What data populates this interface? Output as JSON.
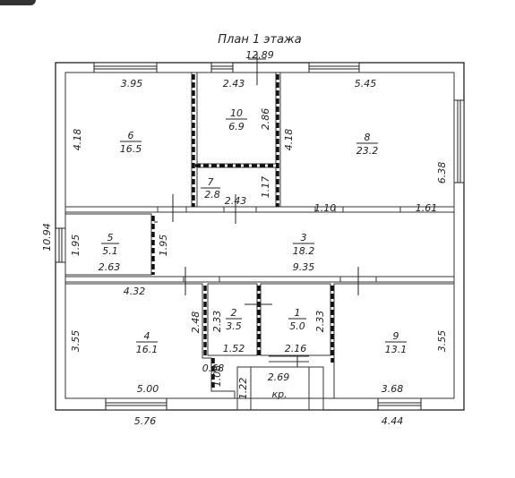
{
  "title": "План 1 этажа",
  "overall_width": "12.89",
  "overall_height": "10.94",
  "rooms": [
    {
      "id": "1",
      "area": "5.0"
    },
    {
      "id": "2",
      "area": "3.5"
    },
    {
      "id": "3",
      "area": "18.2"
    },
    {
      "id": "4",
      "area": "16.1"
    },
    {
      "id": "5",
      "area": "5.1"
    },
    {
      "id": "6",
      "area": "16.5"
    },
    {
      "id": "7",
      "area": "2.8"
    },
    {
      "id": "8",
      "area": "23.2"
    },
    {
      "id": "9",
      "area": "13.1"
    },
    {
      "id": "10",
      "area": "6.9"
    }
  ],
  "porch_label": "кр.",
  "dims": {
    "r6_top": "3.95",
    "r6_left": "4.18",
    "r10_top": "2.43",
    "r10_right": "2.86",
    "r8_left": "4.18",
    "r8_top": "5.45",
    "r8_right": "6.38",
    "r7_bottom": "2.43",
    "r7_right": "1.17",
    "corr_a": "1.10",
    "corr_b": "1.61",
    "r5_left": "1.95",
    "r5_right": "1.95",
    "r5_bottom": "2.63",
    "r3_bottom": "9.35",
    "r4_top": "4.32",
    "r4_left": "3.55",
    "r4_right": "2.48",
    "r4_bottom": "5.00",
    "r2_left": "2.33",
    "r2_bottom": "1.52",
    "r1_bottom": "2.16",
    "r1_right": "2.33",
    "r9_right": "3.55",
    "r9_bottom": "3.68",
    "porch_top": "2.69",
    "porch_left": "1.22",
    "step_a": "0.68",
    "step_b": "1.08",
    "outer_bottom_left": "5.76",
    "outer_bottom_right": "4.44"
  }
}
